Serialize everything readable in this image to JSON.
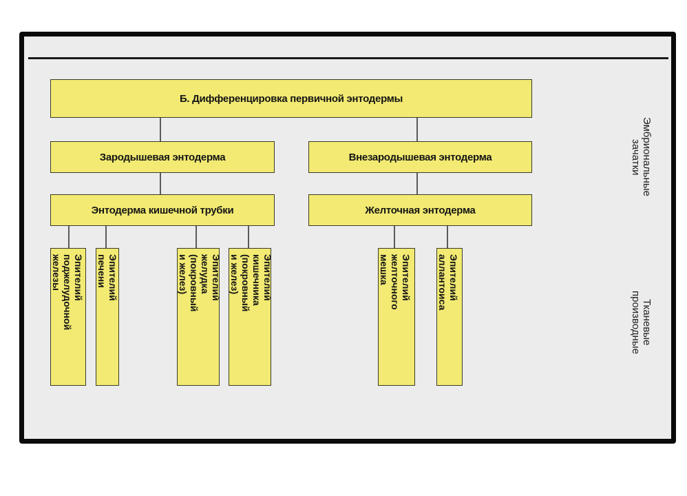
{
  "diagram": {
    "title_box": "Б. Дифференцировка первичной энтодермы",
    "germinal_endoderm": "Зародышевая энтодерма",
    "extraembryonic_endoderm": "Внезародышевая энтодерма",
    "gut_tube_endoderm": "Энтодерма кишечной трубки",
    "yolk_endoderm": "Желточная энтодерма",
    "derivatives": [
      "Эпителий\nподжелудочной\nжелезы",
      "Эпителий\nпечени",
      "Эпителий\nжелудка\n(покровный\nи желез)",
      "Эпителий\nкишечника\n(покровный\nи желез)",
      "Эпителий\nжелточного\nмешка",
      "Эпителий\nаллантоиса"
    ]
  },
  "side_labels": {
    "embryonic_rudiments": "Эмбриональные\nзачатки",
    "tissue_derivatives": "Тканевые\nпроизводные"
  },
  "colors": {
    "box_fill": "#f2ea72",
    "frame": "#0a0a0a",
    "background": "#ececec"
  }
}
